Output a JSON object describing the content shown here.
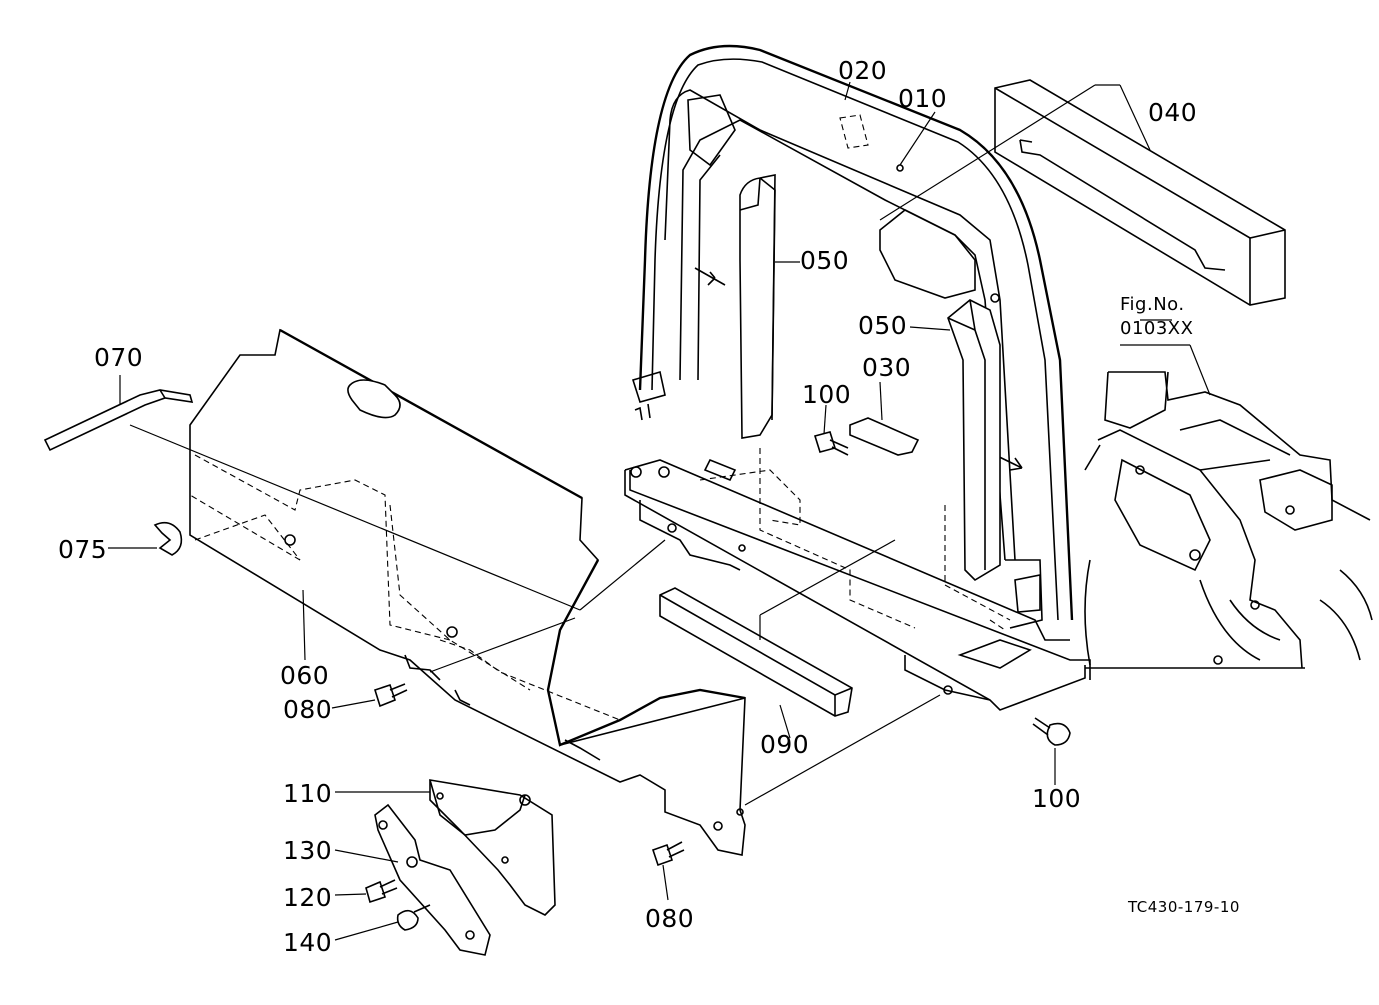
{
  "diagram": {
    "reference_code": "TC430-179-10",
    "fig_ref": {
      "line1": "Fig.No.",
      "line2": "0103XX"
    },
    "parts": [
      {
        "id": "p010",
        "label": "010"
      },
      {
        "id": "p020",
        "label": "020"
      },
      {
        "id": "p030",
        "label": "030"
      },
      {
        "id": "p040",
        "label": "040"
      },
      {
        "id": "p050a",
        "label": "050"
      },
      {
        "id": "p050b",
        "label": "050"
      },
      {
        "id": "p060",
        "label": "060"
      },
      {
        "id": "p070",
        "label": "070"
      },
      {
        "id": "p075",
        "label": "075"
      },
      {
        "id": "p080a",
        "label": "080"
      },
      {
        "id": "p080b",
        "label": "080"
      },
      {
        "id": "p090",
        "label": "090"
      },
      {
        "id": "p100a",
        "label": "100"
      },
      {
        "id": "p100b",
        "label": "100"
      },
      {
        "id": "p110",
        "label": "110"
      },
      {
        "id": "p120",
        "label": "120"
      },
      {
        "id": "p130",
        "label": "130"
      },
      {
        "id": "p140",
        "label": "140"
      }
    ]
  }
}
